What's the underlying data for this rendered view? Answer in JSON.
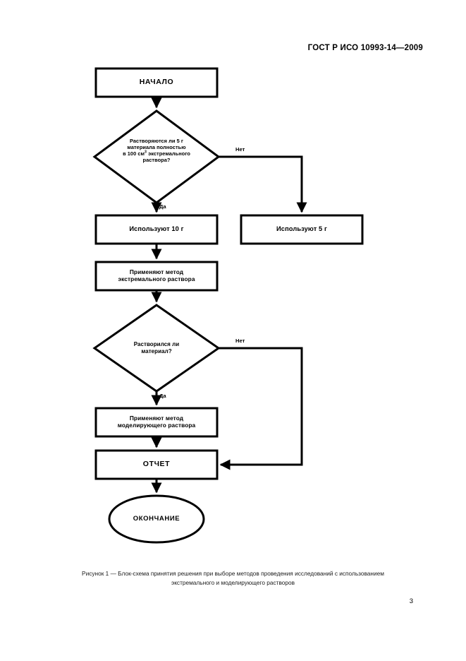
{
  "document": {
    "header_standard": "ГОСТ Р ИСО 10993-14—2009",
    "page_number": "3",
    "caption_line1": "Рисунок 1 — Блок-схема принятия решения при выборе методов проведения исследований с использованием",
    "caption_line2": "экстремального и моделирующего растворов"
  },
  "flowchart": {
    "title": "Блок-схема принятия решения",
    "nodes": {
      "start": {
        "shape": "rectangle",
        "label": "НАЧАЛО"
      },
      "decision1": {
        "shape": "diamond",
        "line1": "Растворяются ли 5 г",
        "line2": "материала полностью",
        "line3_a": "в 100 см",
        "line3_sup": "3",
        "line3_b": " экстремального",
        "line4": "раствора?"
      },
      "use10g": {
        "shape": "rectangle",
        "label": "Используют 10 г"
      },
      "use5g": {
        "shape": "rectangle",
        "label": "Используют 5 г"
      },
      "extreme_method": {
        "shape": "rectangle",
        "line1": "Применяют метод",
        "line2": "экстремального раствора"
      },
      "decision2": {
        "shape": "diamond",
        "line1": "Растворился ли",
        "line2": "материал?"
      },
      "model_method": {
        "shape": "rectangle",
        "line1": "Применяют метод",
        "line2": "моделирующего раствора"
      },
      "report": {
        "shape": "rectangle",
        "label": "ОТЧЕТ"
      },
      "end": {
        "shape": "ellipse",
        "label": "ОКОНЧАНИЕ"
      }
    },
    "edge_labels": {
      "d1_no": "Нет",
      "d1_yes": "Да",
      "d2_no": "Нет",
      "d2_yes": "Да"
    },
    "colors": {
      "stroke": "#000000",
      "fill": "#ffffff",
      "text": "#000000"
    }
  }
}
